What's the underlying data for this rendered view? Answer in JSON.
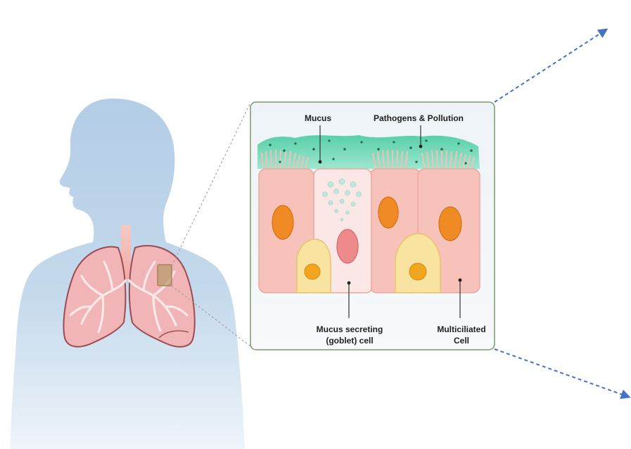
{
  "labels": {
    "mucus": "Mucus",
    "pathogens": "Pathogens & Pollution",
    "goblet_line1": "Mucus secreting",
    "goblet_line2": "(goblet) cell",
    "multiciliated_line1": "Multiciliated",
    "multiciliated_line2": "Cell"
  },
  "colors": {
    "silhouette": "#b9d2e8",
    "lung_fill": "#f1b5b7",
    "lung_outline": "#9c4b52",
    "mucus_green": "#6fd6b5",
    "cell_pink": "#f7c2b9",
    "nucleus_orange": "#f08a24",
    "basal_yellow": "#f9e3a0",
    "goblet_fill": "#fbe7e6",
    "arrow_blue": "#4472c4"
  },
  "icons": [
    "human-silhouette",
    "lungs-illustration",
    "epithelium-illustration",
    "arrow-up-right",
    "arrow-down-right"
  ]
}
